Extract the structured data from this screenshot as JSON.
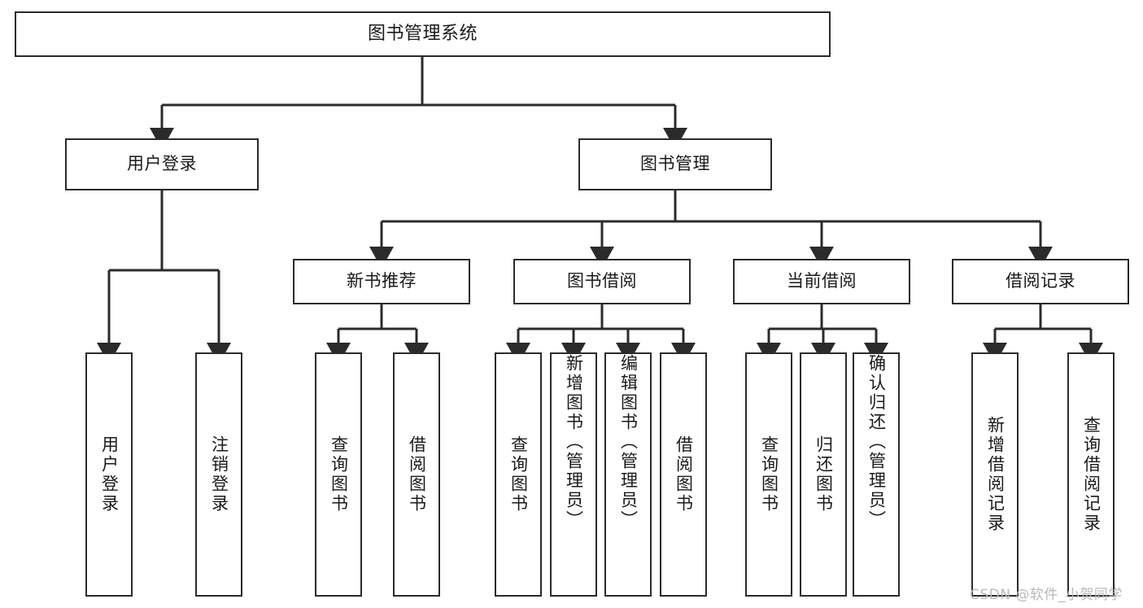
{
  "diagram": {
    "type": "tree-hierarchy-chart",
    "title": "图书管理系统",
    "line_color": "#2b2b2b",
    "box_fill": "#ffffff",
    "text_color": "#1a1a1a",
    "background": "#ffffff"
  },
  "nodes": {
    "root": {
      "label": "图书管理系统",
      "level": 0
    },
    "level1": [
      {
        "id": "user-login",
        "label": "用户登录"
      },
      {
        "id": "book-management",
        "label": "图书管理"
      }
    ],
    "level2": [
      {
        "id": "new-book-recommend",
        "label": "新书推荐",
        "parent": "book-management"
      },
      {
        "id": "book-borrow",
        "label": "图书借阅",
        "parent": "book-management"
      },
      {
        "id": "current-borrow",
        "label": "当前借阅",
        "parent": "book-management"
      },
      {
        "id": "borrow-record",
        "label": "借阅记录",
        "parent": "book-management"
      }
    ],
    "leaves": [
      {
        "id": "leaf-user-login",
        "label": "用户登录",
        "parent": "user-login"
      },
      {
        "id": "leaf-logout-login",
        "label": "注销登录",
        "parent": "user-login"
      },
      {
        "id": "leaf-query-book-1",
        "label": "查询图书",
        "parent": "new-book-recommend"
      },
      {
        "id": "leaf-borrow-book-1",
        "label": "借阅图书",
        "parent": "new-book-recommend"
      },
      {
        "id": "leaf-query-book-2",
        "label": "查询图书",
        "parent": "book-borrow"
      },
      {
        "id": "leaf-add-book",
        "label": "新增图书（管理员）",
        "parent": "book-borrow"
      },
      {
        "id": "leaf-edit-book",
        "label": "编辑图书（管理员）",
        "parent": "book-borrow"
      },
      {
        "id": "leaf-borrow-book-2",
        "label": "借阅图书",
        "parent": "book-borrow"
      },
      {
        "id": "leaf-query-book-3",
        "label": "查询图书",
        "parent": "current-borrow"
      },
      {
        "id": "leaf-return-book",
        "label": "归还图书",
        "parent": "current-borrow"
      },
      {
        "id": "leaf-confirm-return",
        "label": "确认归还（管理员）",
        "parent": "current-borrow"
      },
      {
        "id": "leaf-add-record",
        "label": "新增借阅记录",
        "parent": "borrow-record"
      },
      {
        "id": "leaf-query-record",
        "label": "查询借阅记录",
        "parent": "borrow-record"
      }
    ]
  },
  "watermark": {
    "text": "CSDN @软件_小贺同学"
  }
}
